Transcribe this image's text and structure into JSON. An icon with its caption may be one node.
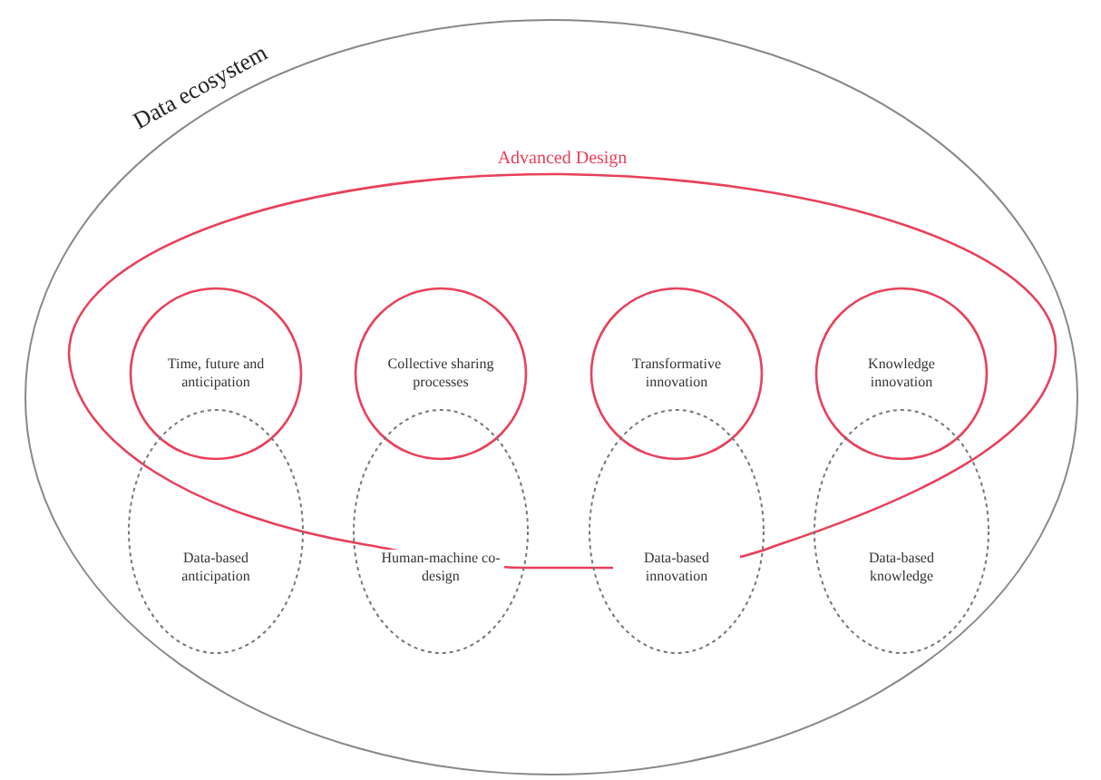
{
  "diagram": {
    "nodes": [
      {
        "text": [
          "Data ecosystem"
        ]
      },
      {
        "text": [
          "Advanced Design"
        ],
        "in": 0
      },
      {
        "text": [
          "Time, future and anticipation"
        ],
        "in": 1
      },
      {
        "text": [
          "Collective sharing processes"
        ],
        "in": 1
      },
      {
        "text": [
          "Transformative innovation"
        ],
        "in": 1
      },
      {
        "text": [
          "Knowledge innovation"
        ],
        "in": 1
      },
      {
        "text": [
          "Data-based anticipation"
        ],
        "in": 0
      },
      {
        "text": [
          "Human-machine co-design"
        ],
        "in": 0
      },
      {
        "text": [
          "Data-based innovation"
        ],
        "in": 0
      },
      {
        "text": [
          "Data-based knowledge"
        ],
        "in": 0
      }
    ]
  }
}
